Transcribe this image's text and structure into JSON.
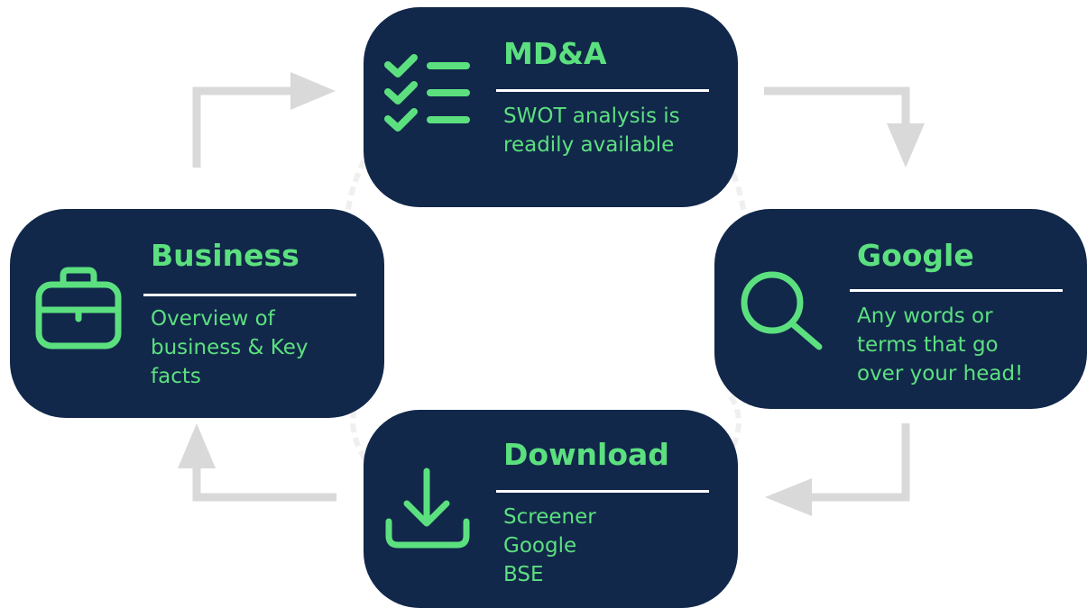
{
  "cards": {
    "mda": {
      "title": "MD&A",
      "lines": [
        "SWOT analysis is",
        "readily available"
      ],
      "icon": "checklist-icon"
    },
    "business": {
      "title": "Business",
      "lines": [
        "Overview of",
        "business & Key",
        "facts"
      ],
      "icon": "briefcase-icon"
    },
    "google": {
      "title": "Google",
      "lines": [
        "Any words or",
        "terms that go",
        "over your head!"
      ],
      "icon": "search-icon"
    },
    "download": {
      "title": "Download",
      "lines": [
        "Screener",
        "Google",
        "BSE"
      ],
      "icon": "download-icon"
    }
  },
  "colors": {
    "card_bg": "#11284a",
    "accent": "#5ce07f",
    "rule": "#ffffff",
    "arrow": "#d9d9d9"
  }
}
